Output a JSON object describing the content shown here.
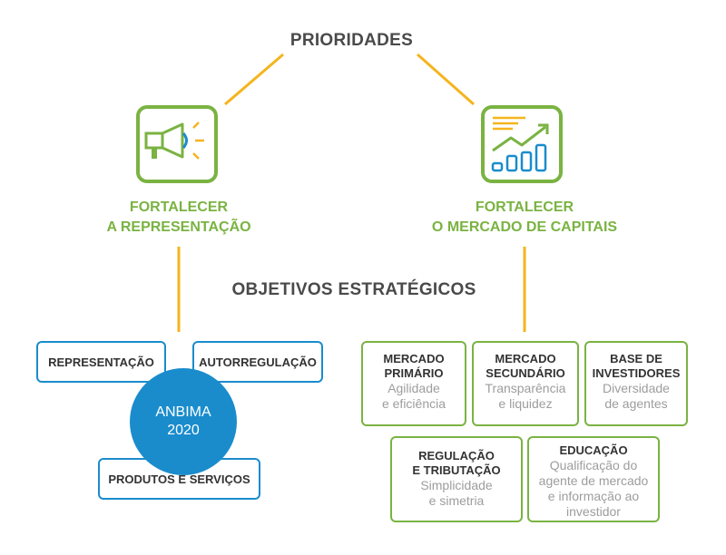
{
  "diagram": {
    "title": "PRIORIDADES",
    "middle_heading": "OBJETIVOS ESTRATÉGICOS",
    "pillars": [
      {
        "line1": "FORTALECER",
        "line2": "A REPRESENTAÇÃO",
        "icon": "megaphone-icon"
      },
      {
        "line1": "FORTALECER",
        "line2": "O MERCADO DE CAPITAIS",
        "icon": "growth-chart-icon"
      }
    ],
    "left_group": {
      "center_line1": "ANBIMA",
      "center_line2": "2020",
      "boxes": [
        "REPRESENTAÇÃO",
        "AUTORREGULAÇÃO",
        "PRODUTOS E SERVIÇOS"
      ]
    },
    "right_group": {
      "boxes": [
        {
          "title1": "MERCADO",
          "title2": "PRIMÁRIO",
          "desc1": "Agilidade",
          "desc2": "e eficiência"
        },
        {
          "title1": "MERCADO",
          "title2": "SECUNDÁRIO",
          "desc1": "Transparência",
          "desc2": "e liquidez"
        },
        {
          "title1": "BASE DE",
          "title2": "INVESTIDORES",
          "desc1": "Diversidade",
          "desc2": "de agentes"
        },
        {
          "title1": "REGULAÇÃO",
          "title2": "E TRIBUTAÇÃO",
          "desc1": "Simplicidade",
          "desc2": "e simetria"
        },
        {
          "title1": "EDUCAÇÃO",
          "title2": "",
          "desc1": "Qualificação do",
          "desc2": "agente de mercado",
          "desc3": "e informação ao",
          "desc4": "investidor"
        }
      ]
    },
    "colors": {
      "green": "#7ab342",
      "blue": "#1a8ccc",
      "orange": "#f5b41e",
      "heading": "#4a4a4a",
      "desc": "#9d9d9d"
    }
  }
}
